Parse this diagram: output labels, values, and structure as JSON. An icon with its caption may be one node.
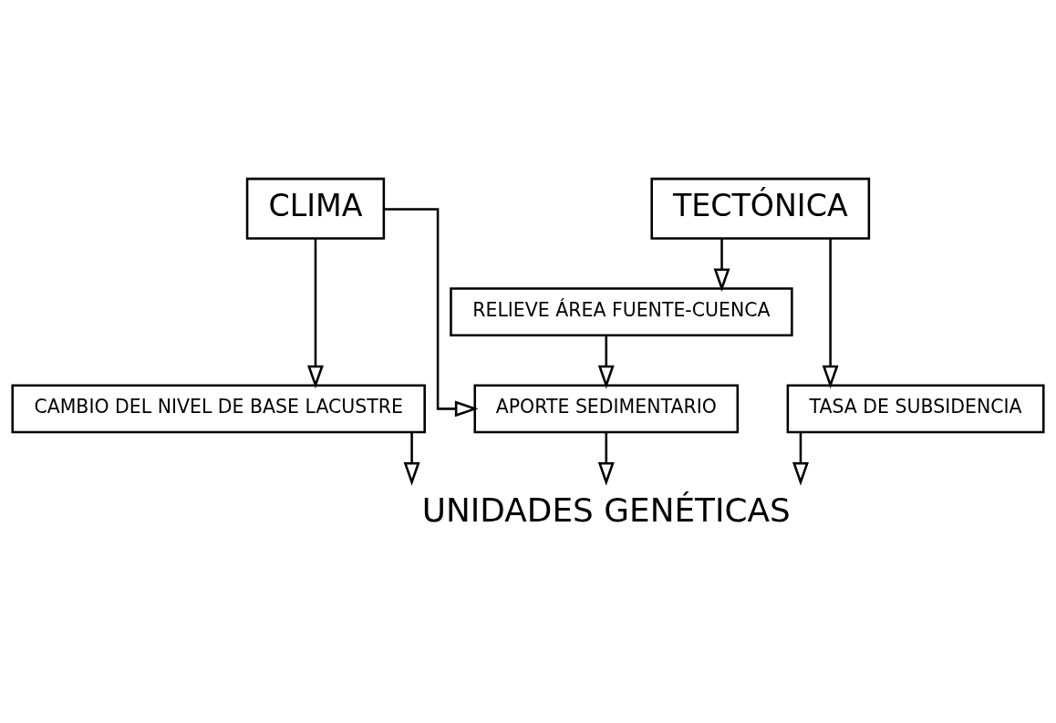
{
  "diagram": {
    "nodes": [
      {
        "text": [
          "CLIMA"
        ]
      },
      {
        "text": [
          "TECTÓNICA"
        ]
      },
      {
        "text": [
          "RELIEVE ÁREA FUENTE-CUENCA"
        ]
      },
      {
        "text": [
          "CAMBIO DEL NIVEL DE BASE LACUSTRE"
        ]
      },
      {
        "text": [
          "APORTE SEDIMENTARIO"
        ]
      },
      {
        "text": [
          "TASA DE SUBSIDENCIA"
        ]
      },
      {
        "text": [
          "UNIDADES GENÉTICAS"
        ]
      }
    ],
    "edges": [
      {
        "from": 0,
        "to": 3,
        "arrow": "to"
      },
      {
        "from": 0,
        "to": 4,
        "arrow": "to"
      },
      {
        "from": 1,
        "to": 2,
        "arrow": "to"
      },
      {
        "from": 1,
        "to": 5,
        "arrow": "to"
      },
      {
        "from": 2,
        "to": 4,
        "arrow": "to"
      },
      {
        "from": 3,
        "to": 6,
        "arrow": "to"
      },
      {
        "from": 4,
        "to": 6,
        "arrow": "to"
      },
      {
        "from": 5,
        "to": 6,
        "arrow": "to"
      }
    ]
  }
}
